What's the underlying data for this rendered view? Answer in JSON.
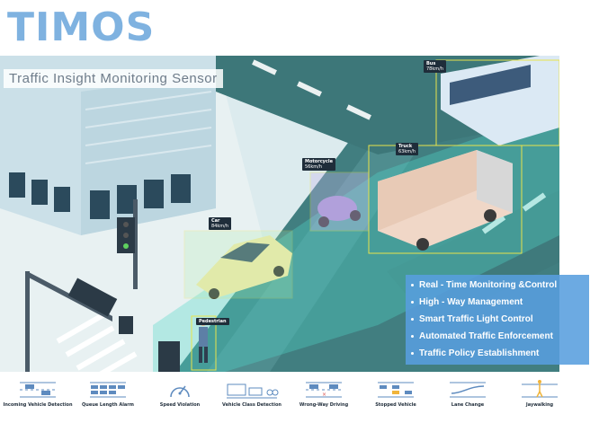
{
  "brand": {
    "title": "TIMOS",
    "subtitle": "Traffic Insight Monitoring Sensor"
  },
  "vehicles": [
    {
      "name": "Bus",
      "speed": "78km/h"
    },
    {
      "name": "Truck",
      "speed": "63km/h"
    },
    {
      "name": "Motorcycle",
      "speed": "56km/h"
    },
    {
      "name": "Car",
      "speed": "84km/h"
    },
    {
      "name": "Pedestrian",
      "speed": ""
    }
  ],
  "features": [
    "Real - Time Monitoring &Control",
    "High - Way Management",
    "Smart Traffic Light Control",
    "Automated Traffic Enforcement",
    "Traffic Policy Establishment"
  ],
  "functions": [
    {
      "label": "Incoming Vehicle Detection",
      "icon": "incoming-vehicle-icon"
    },
    {
      "label": "Queue Length Alarm",
      "icon": "queue-length-icon"
    },
    {
      "label": "Speed Violation",
      "icon": "speed-gauge-icon"
    },
    {
      "label": "Vehicle Class Detection",
      "icon": "vehicle-class-icon"
    },
    {
      "label": "Wrong-Way Driving",
      "icon": "wrong-way-icon"
    },
    {
      "label": "Stopped Vehicle",
      "icon": "stopped-vehicle-icon"
    },
    {
      "label": "Lane Change",
      "icon": "lane-change-icon"
    },
    {
      "label": "Jaywalking",
      "icon": "jaywalking-icon"
    }
  ],
  "colors": {
    "brand": "#7fb2e0",
    "road": "#3f7e80",
    "panel": "#589ede",
    "detection": "#e8e34a",
    "icon": "#5e8bbf"
  }
}
